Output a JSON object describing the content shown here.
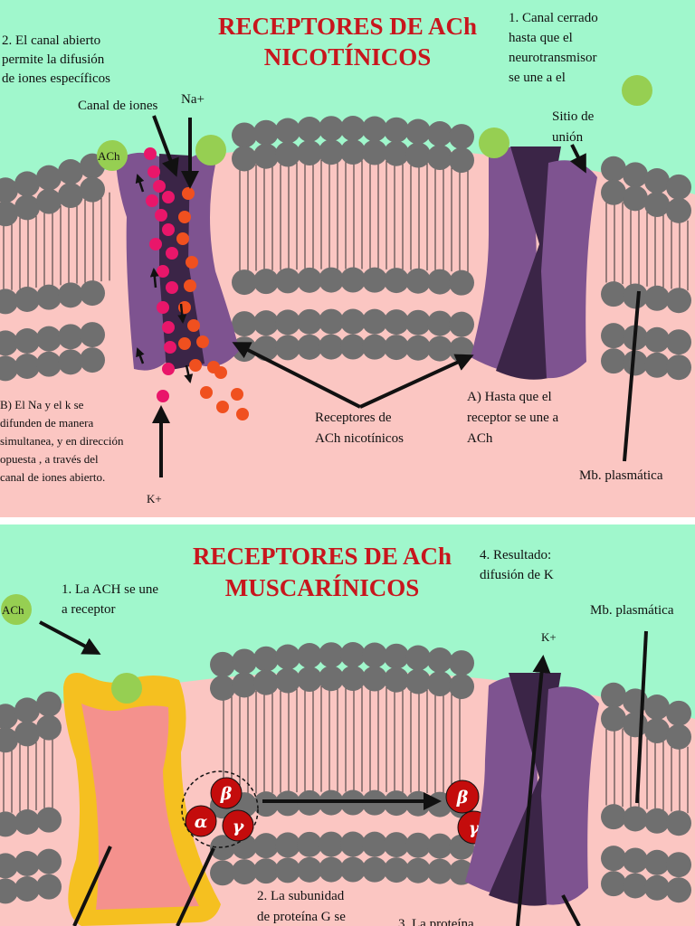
{
  "colors": {
    "background": "#a0f7cc",
    "membrane": "#fbc6c2",
    "lipid_head": "#6f6f6f",
    "receptor": "#7e5390",
    "receptor_dark": "#3b2547",
    "ligand": "#96cf52",
    "sodium_ion": "#e9166a",
    "potassium_ion": "#f0501f",
    "title": "#c8161d",
    "g_protein": "#c40c0c",
    "muscarinic_outer": "#f5c020",
    "muscarinic_inner": "#f4918d"
  },
  "panel_top": {
    "title_line1": "RECEPTORES DE ACh",
    "title_line2": "NICOTÍNICOS",
    "step2": [
      "2. El canal abierto",
      "permite la difusión",
      "de iones específicos"
    ],
    "step1": [
      "1. Canal cerrado",
      "hasta que el",
      "neurotransmisor",
      "se une a el"
    ],
    "ion_channel": "Canal de iones",
    "na": "Na+",
    "ach": "ACh",
    "binding_site": [
      "Sitio de",
      "unión"
    ],
    "step_b": [
      "B) El Na y el k se",
      "difunden de manera",
      "simultanea, y en dirección",
      "opuesta , a través del",
      "canal de iones abierto."
    ],
    "k": "K+",
    "receptors": [
      "Receptores de",
      "ACh nicotínicos"
    ],
    "step_a": [
      "A) Hasta que el",
      "receptor  se une a",
      "ACh"
    ],
    "membrane": "Mb. plasmática"
  },
  "panel_bottom": {
    "title_line1": "RECEPTORES DE ACh",
    "title_line2": "MUSCARÍNICOS",
    "step1": [
      "1. La ACH se une",
      "a receptor"
    ],
    "ach": "ACh",
    "step4": [
      "4. Resultado:",
      "difusión de K"
    ],
    "membrane": "Mb. plasmática",
    "k": "K+",
    "alpha": "α",
    "beta": "β",
    "gamma": "γ",
    "step2": [
      "2. La subunidad",
      "de proteína G se"
    ],
    "step3": "3. La proteína"
  }
}
